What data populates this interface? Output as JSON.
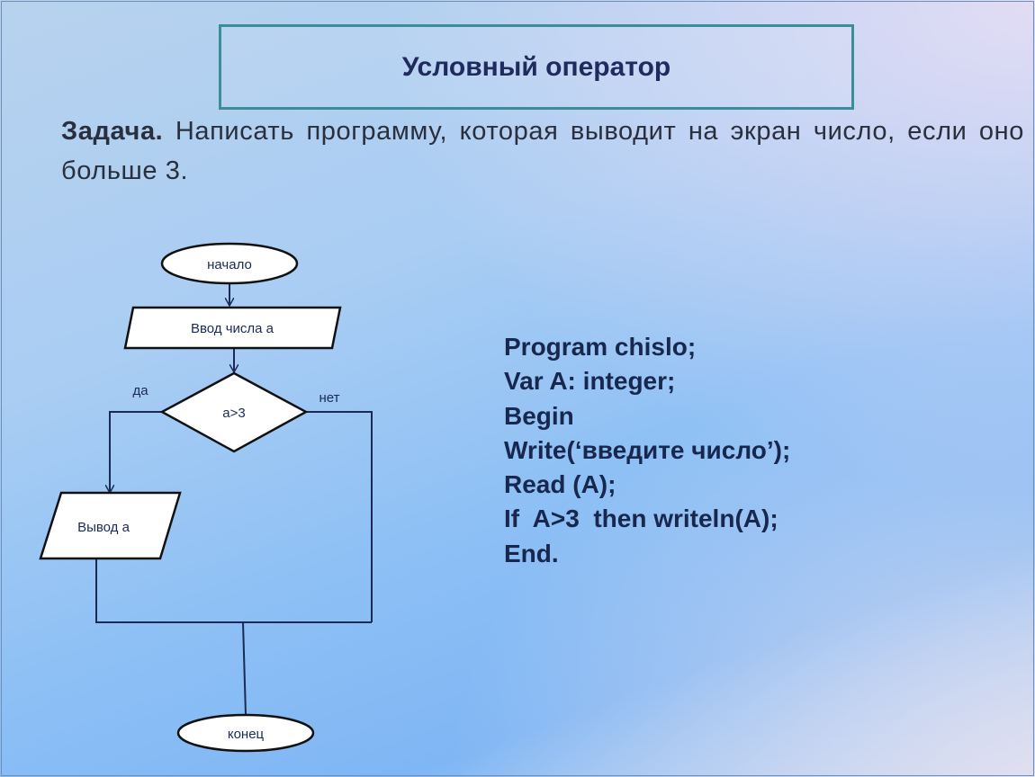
{
  "title": "Условный оператор",
  "task": {
    "label": "Задача.",
    "text": "Написать программу, которая выводит на экран число, если оно больше 3."
  },
  "flowchart": {
    "start": "начало",
    "input": "Ввод числа а",
    "condition": "а>3",
    "yes_label": "да",
    "no_label": "нет",
    "output": "Вывод а",
    "end": "конец"
  },
  "code_lines": [
    "Program chislo;",
    "Var A: integer;",
    "Begin",
    "Write(‘введите число’);",
    "Read (A);",
    "If  A>3  then writeln(A);",
    "End."
  ]
}
